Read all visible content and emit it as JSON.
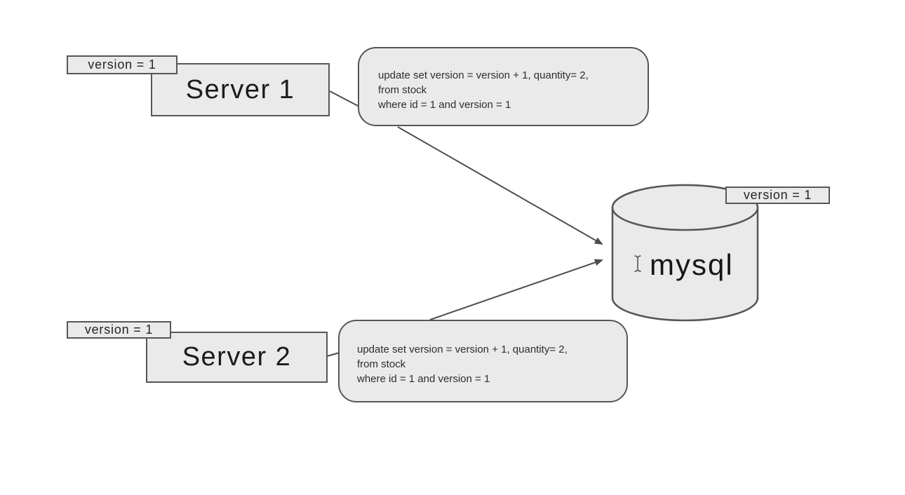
{
  "diagram": {
    "title_hint": "two servers issuing optimistic-lock update to mysql",
    "colors": {
      "background": "#ffffff",
      "shape_fill": "#eaeaea",
      "shape_border": "#565656",
      "connector": "#4d4d4d",
      "label_text": "#1b1b1b",
      "query_text": "#2e2e2e"
    },
    "server1": {
      "label": "Server 1",
      "version_badge": "version = 1"
    },
    "server2": {
      "label": "Server 2",
      "version_badge": "version = 1"
    },
    "database": {
      "label": "mysql",
      "version_badge": "version = 1"
    },
    "query_server1": {
      "lines": [
        "update set version = version + 1, quantity= 2,",
        "from stock",
        "where id = 1 and version = 1"
      ]
    },
    "query_server2": {
      "lines": [
        "update set version = version + 1, quantity= 2,",
        "from stock",
        "where id = 1 and version = 1"
      ]
    },
    "edges": [
      {
        "from": "Server 1 query",
        "to": "mysql",
        "style": "arrow"
      },
      {
        "from": "Server 2 query",
        "to": "mysql",
        "style": "arrow"
      }
    ],
    "cursor": "text-ibeam"
  }
}
